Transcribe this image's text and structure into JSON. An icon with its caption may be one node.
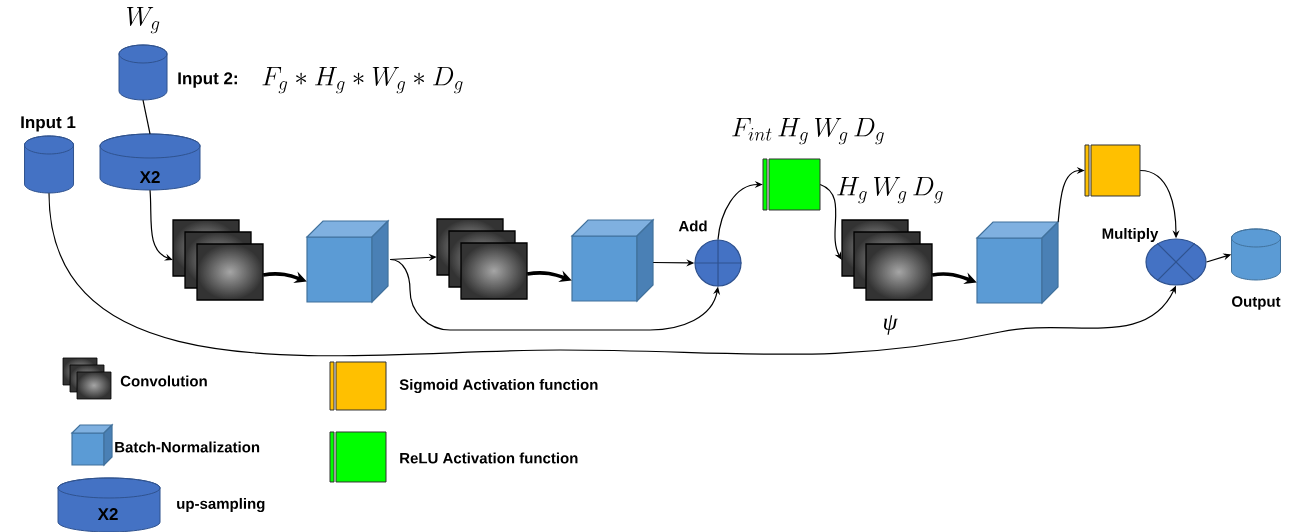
{
  "diagram": {
    "nodes": [
      {
        "text": [
          "W_g"
        ],
        "beside": [
          "Input 2:",
          "F_g * H_g * W_g * D_g"
        ]
      },
      {
        "text": [
          "X2"
        ]
      },
      {
        "text": [
          "Input 1"
        ]
      },
      {
        "text": [],
        "shape": "stack"
      },
      {
        "text": [],
        "shape": "cube"
      },
      {
        "text": [],
        "shape": "stack"
      },
      {
        "text": [],
        "shape": "cube"
      },
      {
        "text": [
          "Add"
        ]
      },
      {
        "text": [
          "F_{int}\\,H_g\\,W_g\\,D_g"
        ]
      },
      {
        "text": [
          "H_g\\,W_g\\,D_g"
        ]
      },
      {
        "text": [],
        "shape": "cube"
      },
      {
        "text": [],
        "shape": "box"
      },
      {
        "text": [
          "Multiply"
        ]
      },
      {
        "text": [
          "Output"
        ]
      }
    ],
    "edges": [
      {
        "from": 0,
        "to": 1,
        "arrow": "none"
      },
      {
        "from": 1,
        "to": 3,
        "arrow": "to"
      },
      {
        "from": 3,
        "to": 4,
        "arrow": "to",
        "style": "thick"
      },
      {
        "from": 4,
        "to": 5,
        "arrow": "to"
      },
      {
        "from": 4,
        "to": 7,
        "arrow": "to"
      },
      {
        "from": 5,
        "to": 6,
        "arrow": "to",
        "style": "thick"
      },
      {
        "from": 6,
        "to": 7,
        "arrow": "to"
      },
      {
        "from": 7,
        "to": 8,
        "arrow": "to"
      },
      {
        "from": 8,
        "to": 9,
        "arrow": "to"
      },
      {
        "from": 9,
        "to": 10,
        "arrow": "to",
        "style": "thick"
      },
      {
        "from": 10,
        "to": 11,
        "arrow": "to"
      },
      {
        "from": 11,
        "to": 12,
        "arrow": "to"
      },
      {
        "from": 2,
        "to": 12,
        "arrow": "to",
        "label": "ψ"
      },
      {
        "from": 12,
        "to": 13,
        "arrow": "to"
      }
    ],
    "labels": [
      "X2"
    ],
    "legend": [
      {
        "text": "Convolution"
      },
      {
        "text": "Sigmoid Activation function",
        "color": "#ffc000"
      },
      {
        "text": "Batch-Normalization"
      },
      {
        "text": "ReLU Activation function",
        "color": "#00ff00"
      },
      {
        "text": "up-sampling"
      }
    ]
  }
}
